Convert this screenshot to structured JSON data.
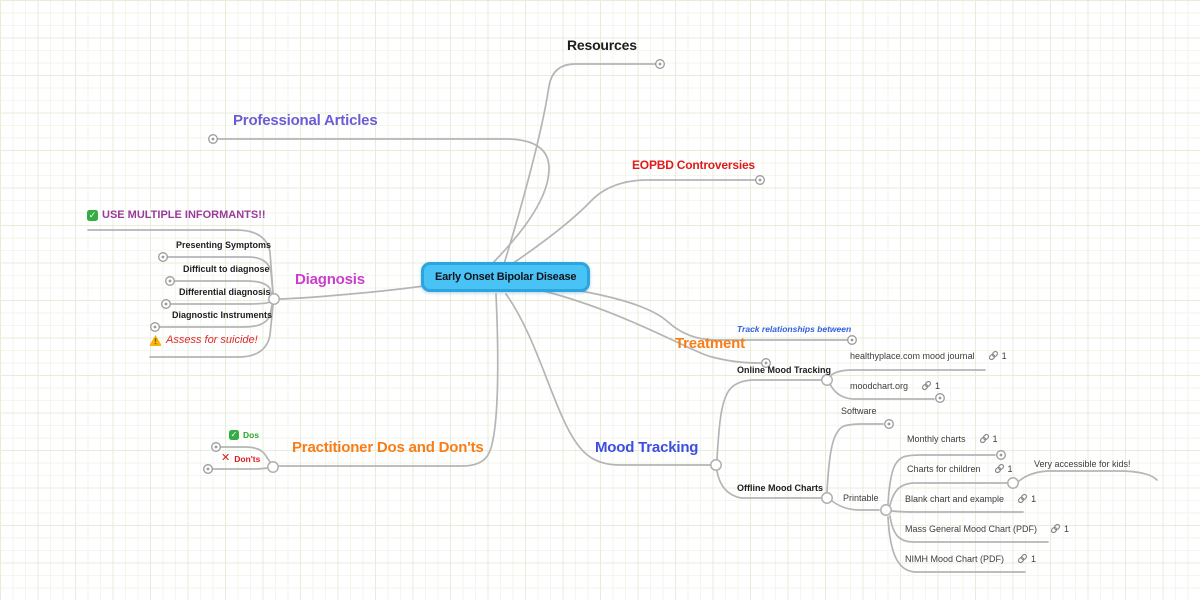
{
  "root": {
    "label": "Early Onset Bipolar Disease"
  },
  "colors": {
    "root_fill": "#49c3f5",
    "root_border": "#2ba4e0",
    "root_text": "#10141a",
    "line": "#b5b5b5",
    "resources": "#1d1d1f",
    "professional_articles": "#6b5cd6",
    "eopbd_controversies": "#e01a1a",
    "diagnosis": "#cb3ecb",
    "treatment": "#f87d17",
    "track_relationships": "#2f5fe0",
    "mood_tracking": "#3d4ee0",
    "practitioner": "#f87d17",
    "informants": "#9a3a9a",
    "suicide": "#e02a2a",
    "dos": "#26a826",
    "donts": "#e01a1a",
    "subtopic_text": "#1e1e1e",
    "leaf_text": "#3d3d3d",
    "checkbox_green": "#35ad44",
    "warning_yellow": "#f7b50c"
  },
  "branches": {
    "resources": {
      "label": "Resources"
    },
    "professional_articles": {
      "label": "Professional Articles"
    },
    "eopbd_controversies": {
      "label": "EOPBD Controversies"
    },
    "diagnosis": {
      "label": "Diagnosis",
      "children": {
        "use_multiple_informants": {
          "label": "USE MULTIPLE INFORMANTS!!",
          "icon": "checkbox-checked"
        },
        "presenting_symptoms": {
          "label": "Presenting Symptoms"
        },
        "difficult_to_diagnose": {
          "label": "Difficult to diagnose"
        },
        "differential_diagnosis": {
          "label": "Differential diagnosis"
        },
        "diagnostic_instruments": {
          "label": "Diagnostic Instruments"
        },
        "assess_for_suicide": {
          "label": "Assess for suicide!",
          "icon": "warning-triangle"
        }
      }
    },
    "treatment": {
      "label": "Treatment"
    },
    "track_relationships": {
      "label": "Track relationships between"
    },
    "mood_tracking": {
      "label": "Mood Tracking",
      "children": {
        "online_mood_tracking": {
          "label": "Online Mood Tracking",
          "children": {
            "healthyplace": {
              "label": "healthyplace.com mood journal",
              "links": "1"
            },
            "moodchart": {
              "label": "moodchart.org",
              "links": "1"
            }
          }
        },
        "offline_mood_charts": {
          "label": "Offline Mood Charts",
          "children": {
            "software": {
              "label": "Software"
            },
            "printable": {
              "label": "Printable",
              "children": {
                "monthly_charts": {
                  "label": "Monthly charts",
                  "links": "1"
                },
                "charts_for_children": {
                  "label": "Charts for children",
                  "links": "1",
                  "children": {
                    "very_accessible_note": {
                      "label": "Very accessible for kids!"
                    }
                  }
                },
                "blank_chart": {
                  "label": "Blank chart and example",
                  "links": "1"
                },
                "mass_general": {
                  "label": "Mass General Mood Chart (PDF)",
                  "links": "1"
                },
                "nimh": {
                  "label": "NIMH Mood Chart (PDF)",
                  "links": "1"
                }
              }
            }
          }
        }
      }
    },
    "practitioner_dos_donts": {
      "label": "Practitioner Dos and Don'ts",
      "children": {
        "dos": {
          "label": "Dos",
          "icon": "checkbox-checked"
        },
        "donts": {
          "label": "Don'ts",
          "icon": "x-mark"
        }
      }
    }
  }
}
